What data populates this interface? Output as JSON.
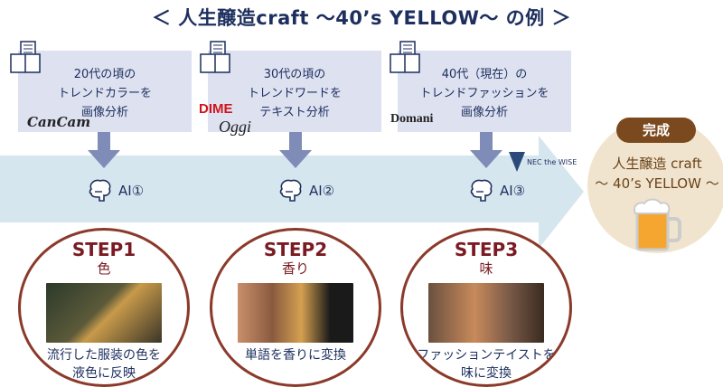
{
  "title": "＜ 人生醸造craft ～40’s YELLOW～ の例 ＞",
  "sources": [
    {
      "lines": [
        "20代の頃の",
        "トレンドカラーを",
        "画像分析"
      ],
      "logos": [
        "CanCam"
      ]
    },
    {
      "lines": [
        "30代の頃の",
        "トレンドワードを",
        "テキスト分析"
      ],
      "logos": [
        "DIME",
        "Oggi"
      ]
    },
    {
      "lines": [
        "40代（現在）の",
        "トレンドファッションを",
        "画像分析"
      ],
      "logos": [
        "Domani"
      ]
    }
  ],
  "ai_labels": [
    "AI①",
    "AI②",
    "AI③"
  ],
  "nec_logo": "NEC the WISE",
  "steps": [
    {
      "title": "STEP1",
      "subtitle": "色",
      "desc": [
        "流行した服装の色を",
        "液色に反映"
      ]
    },
    {
      "title": "STEP2",
      "subtitle": "香り",
      "desc": [
        "単語を香りに変換"
      ]
    },
    {
      "title": "STEP3",
      "subtitle": "味",
      "desc": [
        "ファッションテイストを",
        "味に変換"
      ]
    }
  ],
  "result": {
    "badge": "完成",
    "line1": "人生醸造 craft",
    "line2": "～ 40’s YELLOW ～"
  },
  "colors": {
    "navy": "#1d2f5e",
    "box": "#dde1f0",
    "band": "#d6e6ef",
    "arrow": "#7f8cb8",
    "step": "#7a1a22",
    "ring": "#8b3a2a",
    "final": "#f1e4cf",
    "badge": "#7a4a1e"
  }
}
